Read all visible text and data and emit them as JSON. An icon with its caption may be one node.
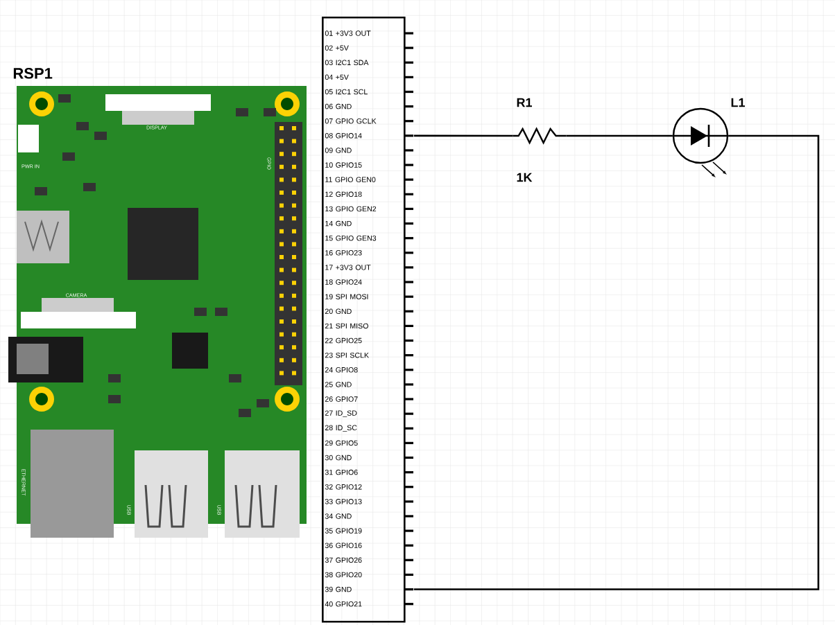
{
  "diagram": {
    "nodes": [
      {
        "text": [
          "RSP1"
        ]
      },
      {
        "text": [],
        "shape": "box"
      },
      {
        "text": [
          "01 +3V3 OUT"
        ],
        "in": 1
      },
      {
        "text": [
          "02 +5V"
        ],
        "in": 1
      },
      {
        "text": [
          "03 I2C1 SDA"
        ],
        "in": 1
      },
      {
        "text": [
          "04 +5V"
        ],
        "in": 1
      },
      {
        "text": [
          "05 I2C1 SCL"
        ],
        "in": 1
      },
      {
        "text": [
          "06 GND"
        ],
        "in": 1
      },
      {
        "text": [
          "07 GPIO GCLK"
        ],
        "in": 1
      },
      {
        "text": [
          "08 GPIO14"
        ],
        "in": 1
      },
      {
        "text": [
          "09 GND"
        ],
        "in": 1
      },
      {
        "text": [
          "10 GPIO15"
        ],
        "in": 1
      },
      {
        "text": [
          "11 GPIO GEN0"
        ],
        "in": 1
      },
      {
        "text": [
          "12 GPIO18"
        ],
        "in": 1
      },
      {
        "text": [
          "13 GPIO GEN2"
        ],
        "in": 1
      },
      {
        "text": [
          "14 GND"
        ],
        "in": 1
      },
      {
        "text": [
          "15 GPIO GEN3"
        ],
        "in": 1
      },
      {
        "text": [
          "16 GPIO23"
        ],
        "in": 1
      },
      {
        "text": [
          "17 +3V3 OUT"
        ],
        "in": 1
      },
      {
        "text": [
          "18 GPIO24"
        ],
        "in": 1
      },
      {
        "text": [
          "19 SPI MOSI"
        ],
        "in": 1
      },
      {
        "text": [
          "20 GND"
        ],
        "in": 1
      },
      {
        "text": [
          "21 SPI MISO"
        ],
        "in": 1
      },
      {
        "text": [
          "22 GPIO25"
        ],
        "in": 1
      },
      {
        "text": [
          "23 SPI SCLK"
        ],
        "in": 1
      },
      {
        "text": [
          "24 GPIO8"
        ],
        "in": 1
      },
      {
        "text": [
          "25 GND"
        ],
        "in": 1
      },
      {
        "text": [
          "26 GPIO7"
        ],
        "in": 1
      },
      {
        "text": [
          "27 ID_SD"
        ],
        "in": 1
      },
      {
        "text": [
          "28 ID_SC"
        ],
        "in": 1
      },
      {
        "text": [
          "29 GPIO5"
        ],
        "in": 1
      },
      {
        "text": [
          "30 GND"
        ],
        "in": 1
      },
      {
        "text": [
          "31 GPIO6"
        ],
        "in": 1
      },
      {
        "text": [
          "32 GPIO12"
        ],
        "in": 1
      },
      {
        "text": [
          "33 GPIO13"
        ],
        "in": 1
      },
      {
        "text": [
          "34 GND"
        ],
        "in": 1
      },
      {
        "text": [
          "35 GPIO19"
        ],
        "in": 1
      },
      {
        "text": [
          "36 GPIO16"
        ],
        "in": 1
      },
      {
        "text": [
          "37 GPIO26"
        ],
        "in": 1
      },
      {
        "text": [
          "38 GPIO20"
        ],
        "in": 1
      },
      {
        "text": [
          "39 GND"
        ],
        "in": 1
      },
      {
        "text": [
          "40 GPIO21"
        ],
        "in": 1
      },
      {
        "text": [
          "R1",
          "1K"
        ]
      },
      {
        "text": [
          "L1"
        ]
      }
    ],
    "edges": [
      {
        "from": 9,
        "to": 42,
        "arrow": "none"
      },
      {
        "from": 42,
        "to": 43,
        "arrow": "none"
      },
      {
        "from": 43,
        "to": 40,
        "arrow": "none"
      }
    ],
    "labels": [
      "PWR IN",
      "DISPLAY",
      "GPIO",
      "CAMERA",
      "ETHERNET",
      "USB",
      "USB"
    ]
  }
}
